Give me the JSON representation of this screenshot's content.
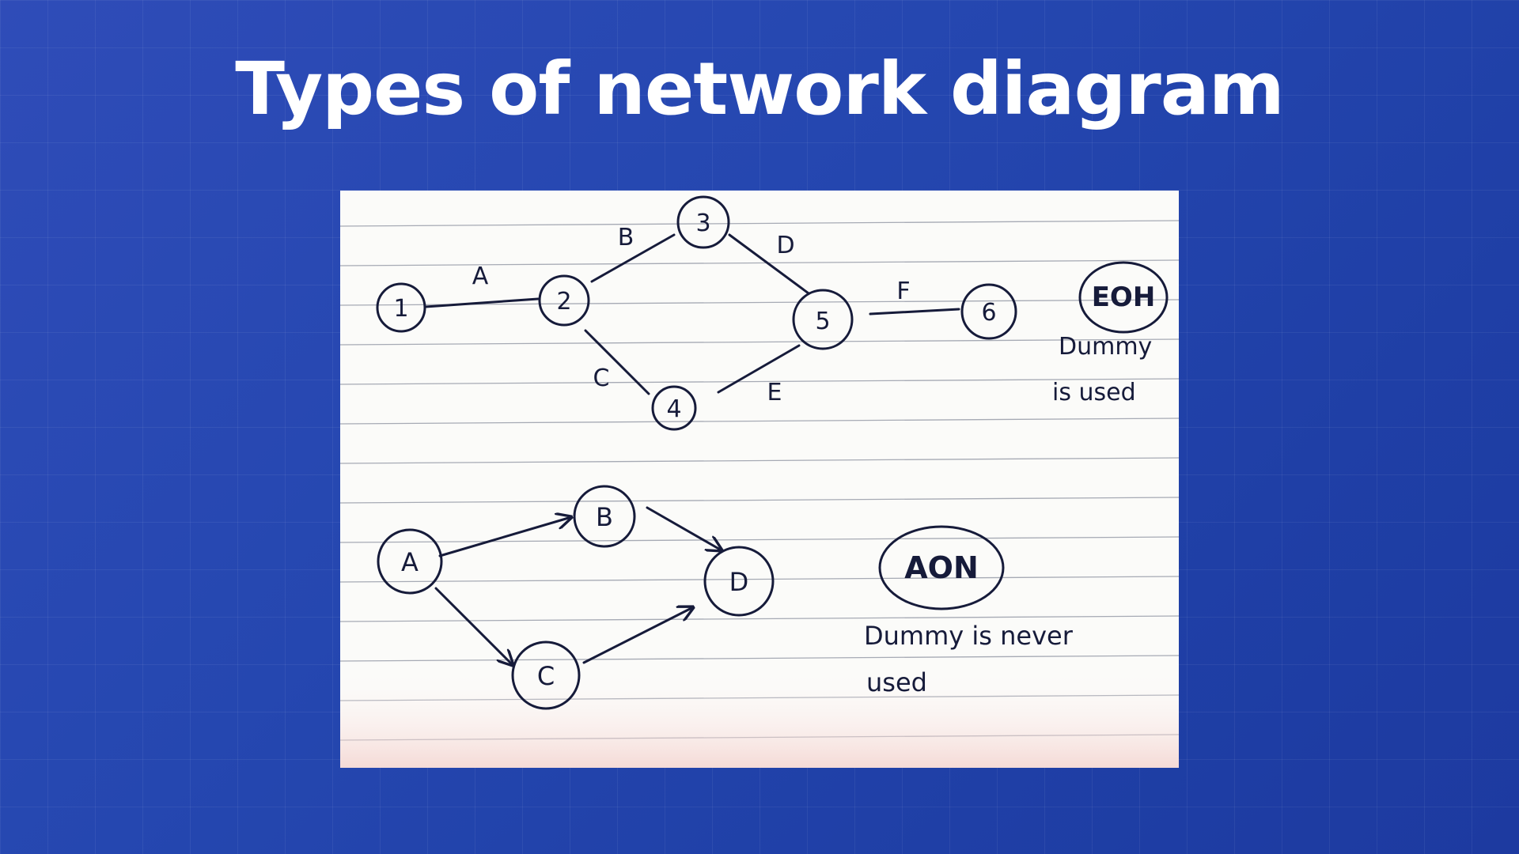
{
  "slide": {
    "title": "Types of network diagram"
  },
  "colors": {
    "ink": "#161b3a",
    "ruled_line": "#8a8f9e",
    "title_text": "#ffffff"
  },
  "aoa_diagram": {
    "nodes": [
      "1",
      "2",
      "3",
      "4",
      "5",
      "6"
    ],
    "activities": [
      "A",
      "B",
      "C",
      "D",
      "E",
      "F"
    ],
    "label": "EOH",
    "note_line1": "Dummy",
    "note_line2": "is used"
  },
  "aon_diagram": {
    "nodes": [
      "A",
      "B",
      "C",
      "D"
    ],
    "label": "AON",
    "note_line1": "Dummy is never",
    "note_line2": "used"
  }
}
